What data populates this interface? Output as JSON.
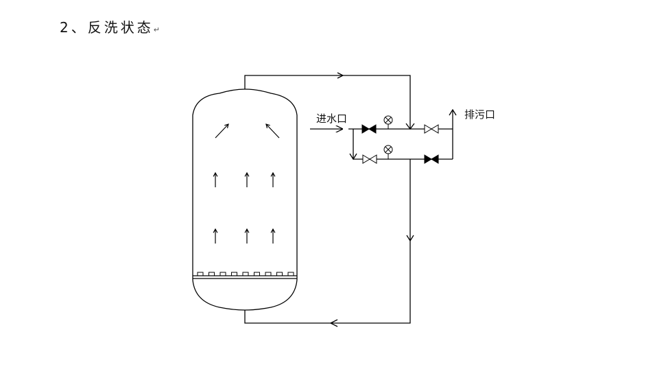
{
  "title": {
    "text": "2、反洗状态",
    "return_mark": "↵"
  },
  "diagram": {
    "type": "backwash process flow",
    "labels": {
      "inlet": "进水口",
      "drain": "排污口"
    },
    "vessel": {
      "flow_arrows_up": 6,
      "flow_arrows_diagonal": 2,
      "distributor_nozzles": 9
    },
    "valves": [
      {
        "id": "upper-inlet-valve",
        "state": "closed"
      },
      {
        "id": "upper-drain-valve",
        "state": "open"
      },
      {
        "id": "lower-inlet-valve",
        "state": "open"
      },
      {
        "id": "lower-drain-valve",
        "state": "closed"
      }
    ],
    "gauges": 2,
    "colors": {
      "line": "#000000",
      "background": "#ffffff"
    }
  }
}
